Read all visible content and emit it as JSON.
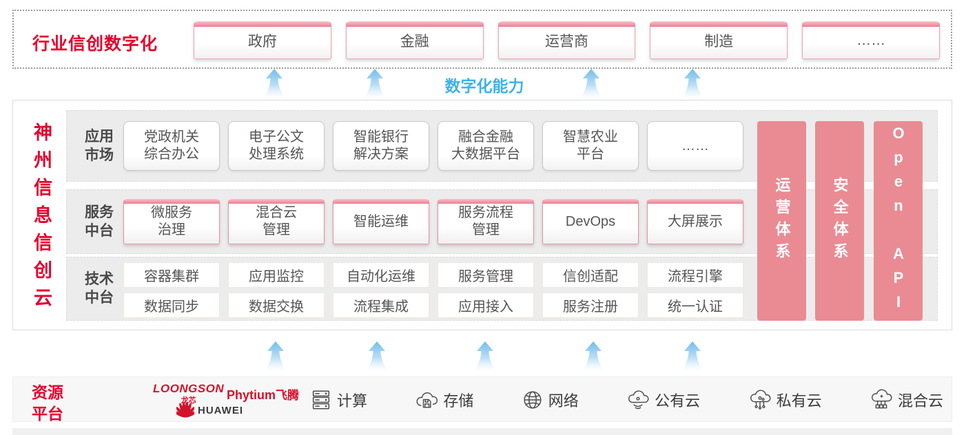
{
  "colors": {
    "brand_red": "#e6002d",
    "pillar_pink": "#ea8b93",
    "box_pink_border": "#ee8f9f",
    "capability_blue": "#3fb2e8",
    "panel_gray": "#ececec",
    "box_text": "#565454"
  },
  "top_section": {
    "label": "行业信创数字化",
    "industries": [
      {
        "label": "政府"
      },
      {
        "label": "金融"
      },
      {
        "label": "运营商"
      },
      {
        "label": "制造"
      },
      {
        "label": "……"
      }
    ]
  },
  "capability_label": "数字化能力",
  "main_platform": {
    "vertical_title": "神州信息信创云",
    "rows": [
      {
        "label": "应用\n市场",
        "items": [
          "党政机关\n综合办公",
          "电子公文\n处理系统",
          "智能银行\n解决方案",
          "融合金融\n大数据平台",
          "智慧农业\n平台",
          "……"
        ]
      },
      {
        "label": "服务\n中台",
        "items": [
          "微服务\n治理",
          "混合云\n管理",
          "智能运维",
          "服务流程\n管理",
          "DevOps",
          "大屏展示"
        ]
      },
      {
        "label": "技术\n中台",
        "items_row1": [
          "容器集群",
          "应用监控",
          "自动化运维",
          "服务管理",
          "信创适配",
          "流程引擎"
        ],
        "items_row2": [
          "数据同步",
          "数据交换",
          "流程集成",
          "应用接入",
          "服务注册",
          "统一认证"
        ]
      }
    ],
    "pillars": [
      "运营体系",
      "安全体系",
      "Open API"
    ]
  },
  "resource_section": {
    "label": "资源\n平台",
    "vendors": {
      "loongson_en": "LOONGSON",
      "loongson_cn": "龙芯",
      "phytium_en": "Phytium",
      "phytium_cn": "飞腾",
      "huawei": "HUAWEI"
    },
    "items": [
      {
        "icon": "server-icon",
        "label": "计算"
      },
      {
        "icon": "storage-icon",
        "label": "存储"
      },
      {
        "icon": "network-icon",
        "label": "网络"
      },
      {
        "icon": "public-cloud-icon",
        "label": "公有云"
      },
      {
        "icon": "private-cloud-icon",
        "label": "私有云"
      },
      {
        "icon": "hybrid-cloud-icon",
        "label": "混合云"
      }
    ]
  }
}
